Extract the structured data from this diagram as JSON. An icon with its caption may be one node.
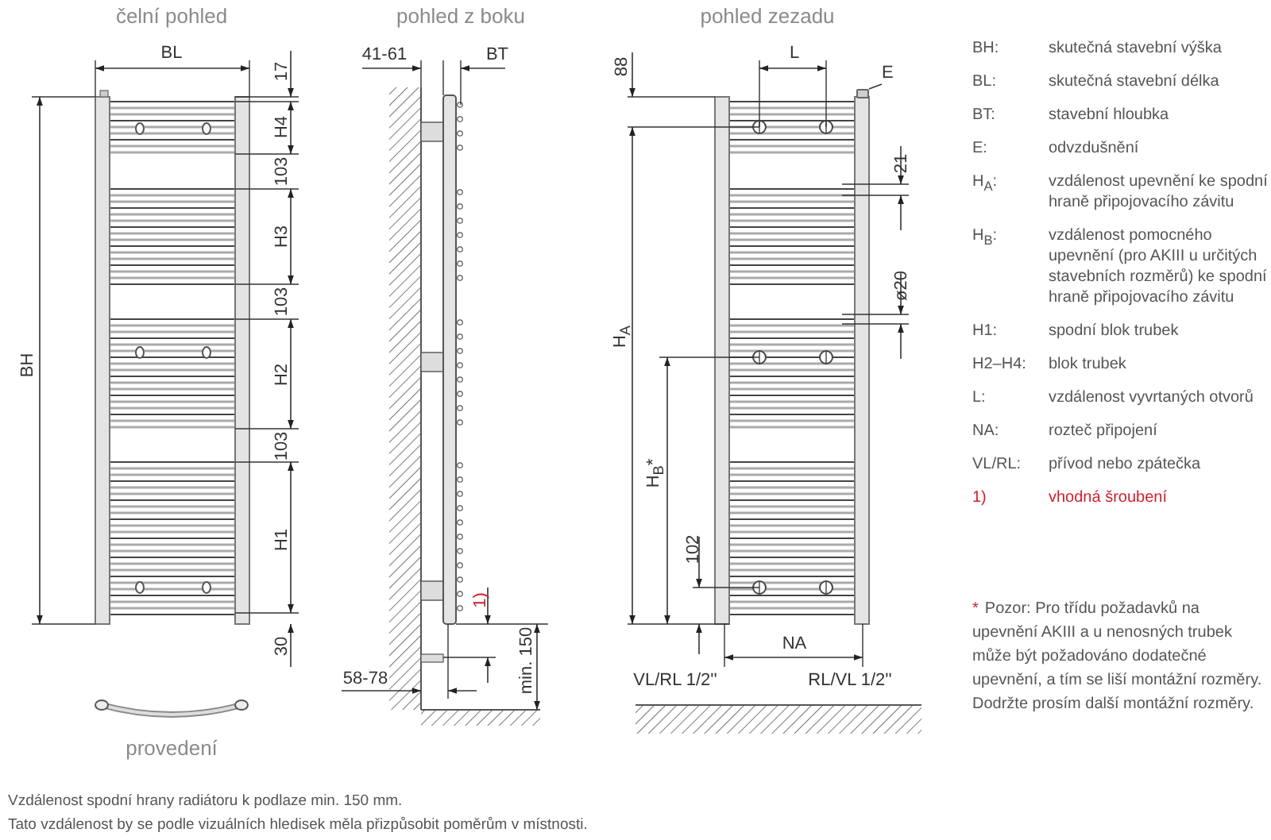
{
  "diagram": {
    "nodes": [
      {
        "text": [
          "E"
        ]
      },
      {
        "text": [],
        "shape": "box"
      }
    ],
    "edges": [
      {
        "from": 0,
        "to": 1,
        "arrow": "none"
      }
    ],
    "labels": [
      "čelní pohled",
      "pohled z boku",
      "pohled zezadu",
      "BL",
      "17",
      "H4",
      "103",
      "H3",
      "103",
      "H2",
      "103",
      "H1",
      "30",
      "BH",
      "provedení",
      "41-61",
      "BT",
      "1)",
      "58-78",
      "min. 150",
      "88",
      "L",
      "21",
      "ø20",
      "H$_{A}$",
      "H$_{B}$*",
      "102",
      "NA",
      "VL/RL 1/2''",
      "RL/VL 1/2''",
      "BH:",
      "skutečná stavební výška",
      "BL:",
      "skutečná stavební délka",
      "BT:",
      "stavební hloubka",
      "E:",
      "odvzdušnění",
      "H$_{A}$:",
      "vzdálenost upevnění ke spodní hraně připojovacího závitu",
      "H$_{B}$:",
      "vzdálenost pomocného upevnění (pro AKIII u určitých stavebních rozměrů) ke spodní hraně připojovacího závitu",
      "H1:",
      "spodní blok trubek",
      "H2–H4:",
      "blok trubek",
      "L:",
      "vzdálenost vyvrtaných otvorů",
      "NA:",
      "rozteč připojení",
      "VL/RL:",
      "přívod nebo zpátečka",
      "1)",
      "vhodná šroubení",
      "*",
      "Pozor: Pro třídu požadavků na upevnění AKIII a u nenosných trubek může být požadováno dodatečné upevnění, a tím se liší montážní rozměry. Dodržte prosím další montážní rozměry.",
      "Vzdálenost spodní hrany radiátoru k podlaze min. 150 mm.",
      "Tato vzdálenost by se podle vizuálních hledisek měla přizpůsobit poměrům v místnosti."
    ]
  }
}
